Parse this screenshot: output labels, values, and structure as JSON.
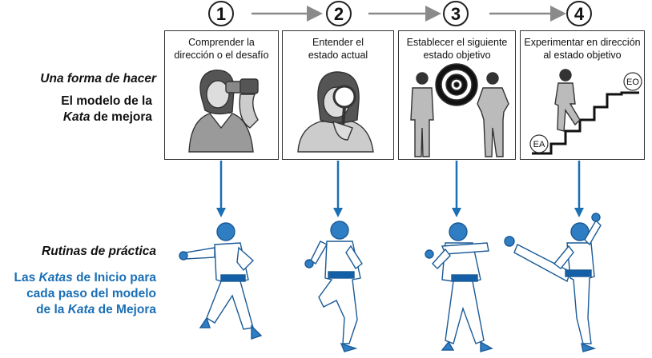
{
  "left": {
    "heading1": "Una forma de hacer",
    "heading2_line1": "El modelo de la",
    "heading2_line2_italic": "Kata",
    "heading2_line2_rest": " de mejora",
    "routines": "Rutinas de práctica",
    "starter_l1_a": "Las ",
    "starter_l1_italic": "Katas",
    "starter_l1_b": " de Inicio para",
    "starter_l2": "cada paso del modelo",
    "starter_l3_a": "de la ",
    "starter_l3_italic": "Kata",
    "starter_l3_b": " de Mejora"
  },
  "steps": [
    {
      "number": "1",
      "line1": "Comprender la",
      "line2": "dirección o el desafío"
    },
    {
      "number": "2",
      "line1": "Entender el",
      "line2": "estado actual"
    },
    {
      "number": "3",
      "line1": "Establecer el siguiente",
      "line2": "estado objetivo"
    },
    {
      "number": "4",
      "line1": "Experimentar en dirección",
      "line2": "al estado objetivo"
    }
  ],
  "stairs": {
    "start_label": "EA",
    "end_label": "EO"
  },
  "colors": {
    "accent": "#1a6fb5",
    "arrow_gray": "#8a8a8a",
    "outline": "#333333",
    "skin": "#2f7ec4",
    "belt": "#1460a8"
  }
}
